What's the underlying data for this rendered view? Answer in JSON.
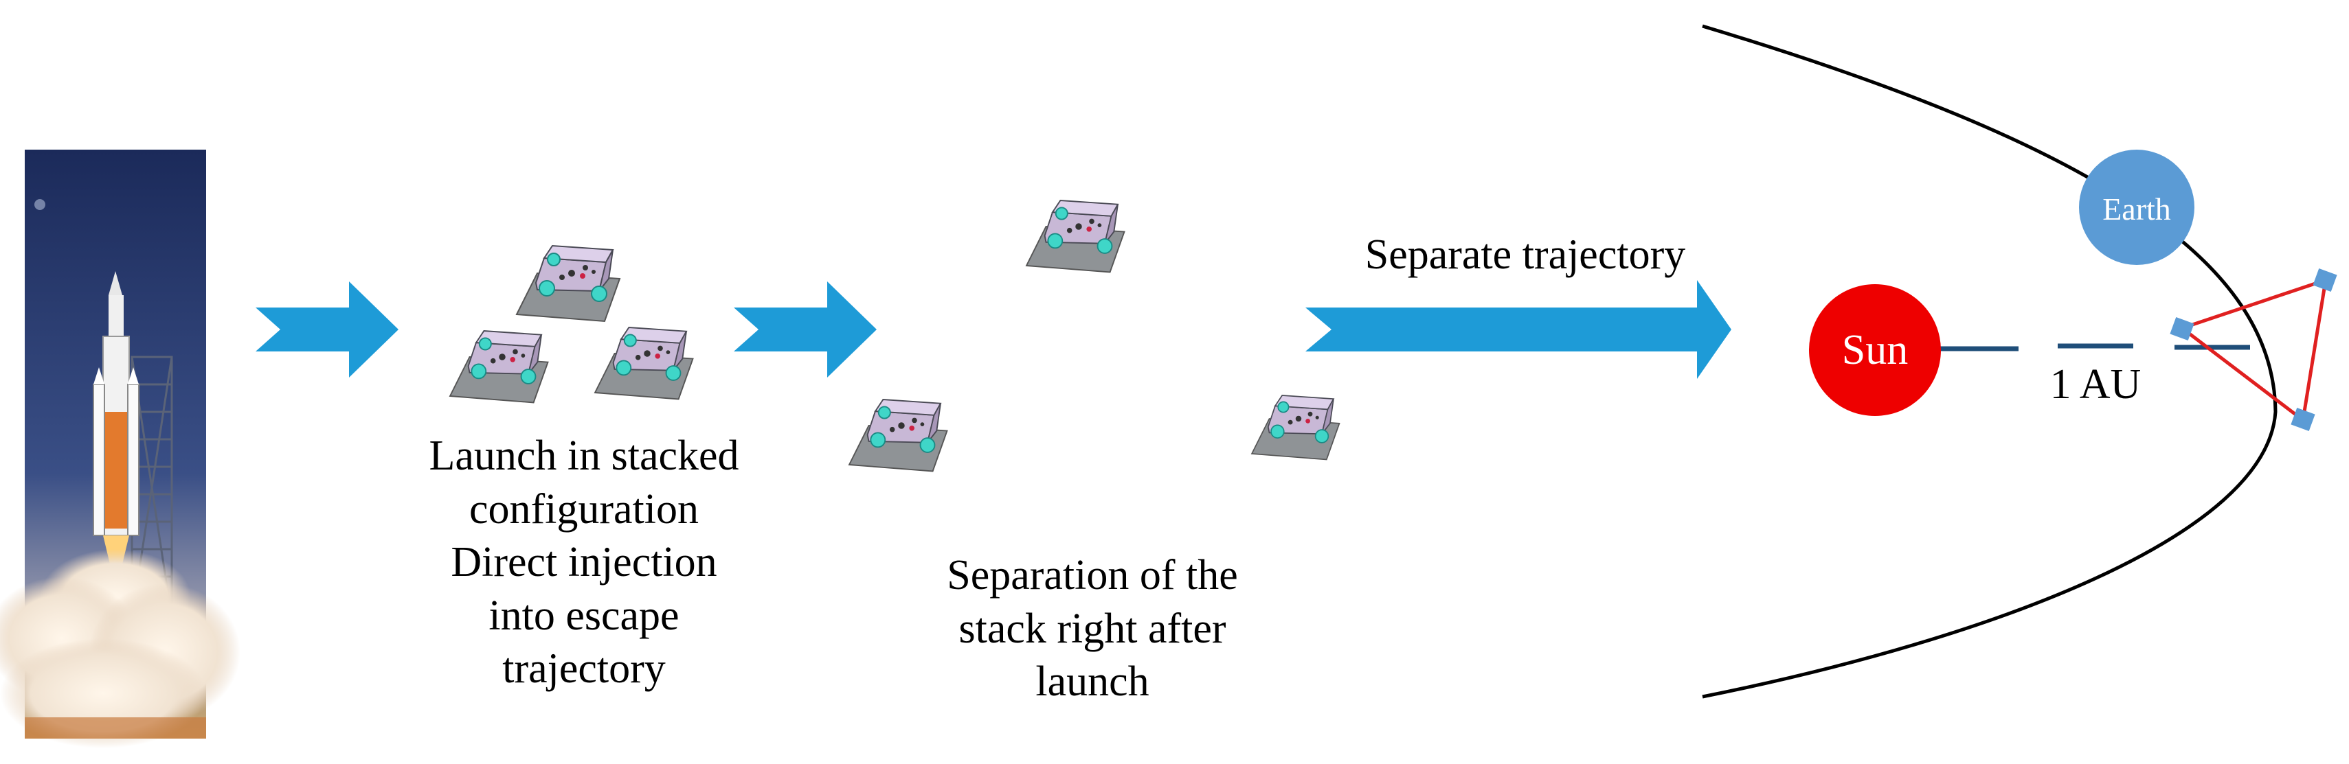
{
  "launch_caption": "Launch in stacked\nconfiguration\nDirect injection\ninto escape\ntrajectory",
  "separation_caption": "Separation of the\nstack right after\nlaunch",
  "trajectory_label": "Separate trajectory",
  "sun_label": "Sun",
  "earth_label": "Earth",
  "distance_label": "1 AU",
  "colors": {
    "arrow": "#1e9bd7",
    "sun": "#ee0000",
    "earth": "#5b9bd5",
    "triangle": "#e02020",
    "au_line": "#1f4e79",
    "sky": "#1d2f5e"
  }
}
